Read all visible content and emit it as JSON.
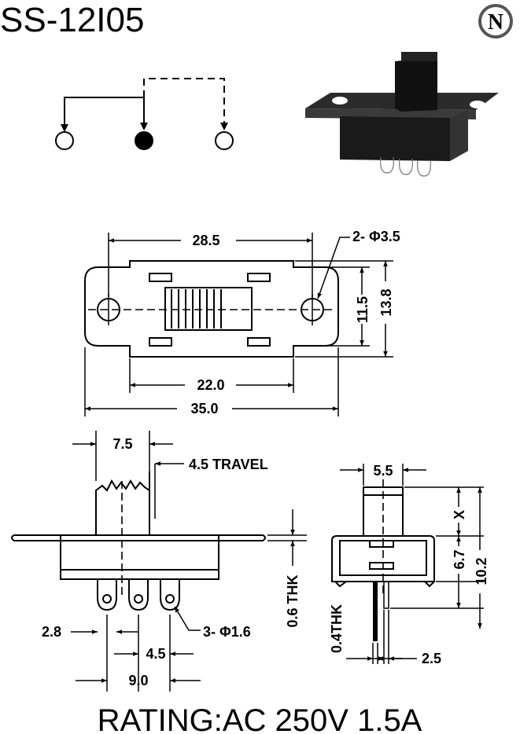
{
  "model": "SS-12I05",
  "logo_letter": "N",
  "rating": "RATING:AC 250V 1.5A",
  "dims": {
    "d28_5": "28.5",
    "hole": "2- Φ3.5",
    "d22_0": "22.0",
    "d35_0": "35.0",
    "d11_5": "11.5",
    "d13_8": "13.8",
    "d7_5": "7.5",
    "travel": "4.5 TRAVEL",
    "thk06": "0.6 THK",
    "pins": "3- Φ1.6",
    "d2_8": "2.8",
    "d4_5": "4.5",
    "d9_0": "9.0",
    "d5_5": "5.5",
    "x": "X",
    "d6_7": "6.7",
    "d10_2": "10.2",
    "thk04": "0.4THK",
    "d2_5": "2.5"
  }
}
